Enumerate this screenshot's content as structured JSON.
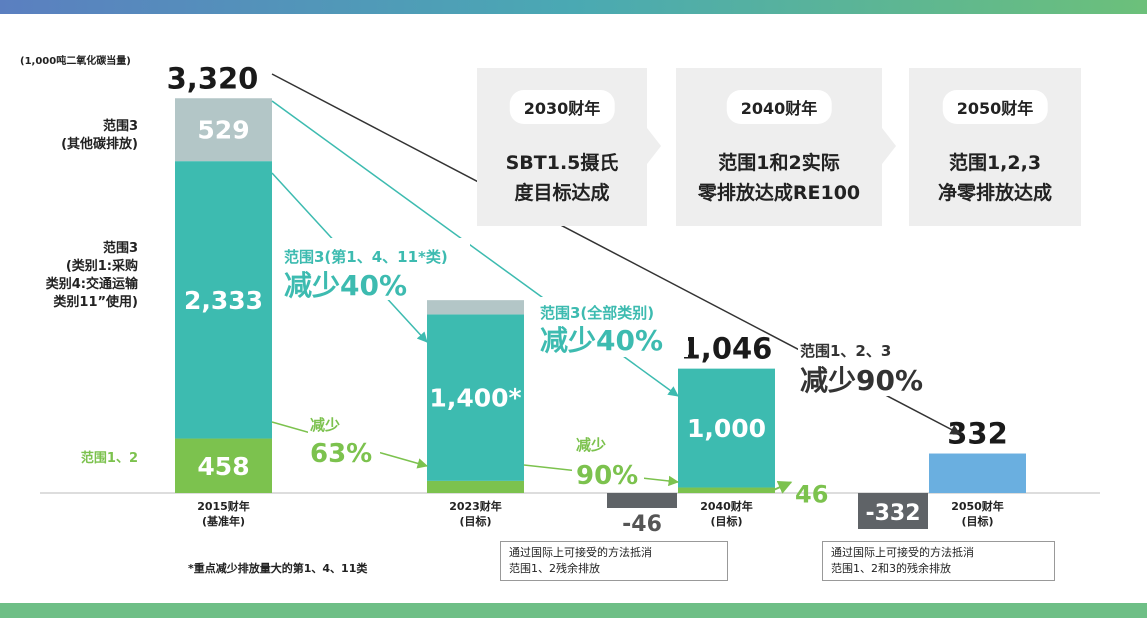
{
  "chart_data": {
    "type": "bar",
    "unit_label": "(1,000吨二氧化碳当量)",
    "categories": [
      {
        "line1": "2015财年",
        "line2": "(基准年)"
      },
      {
        "line1": "2023财年",
        "line2": "(目标)"
      },
      {
        "line1": "2040财年",
        "line2": "(目标)"
      },
      {
        "line1": "2050财年",
        "line2": "(目标)"
      }
    ],
    "series_labels": {
      "scope3_other": {
        "line1": "范围3",
        "line2": "(其他碳排放)"
      },
      "scope3_cat": {
        "line1": "范围3",
        "line2": "(类别1:采购",
        "line3": "类别4:交通运输",
        "line4": "类别11”使用)"
      },
      "scope12": "范围1、2"
    },
    "stacks": [
      {
        "scope12": 458,
        "scope3_cat": 2333,
        "scope3_other": 529,
        "total": 3320,
        "labels": {
          "scope12": "458",
          "scope3_cat": "2,333",
          "scope3_other": "529",
          "total": "3,320"
        }
      },
      {
        "scope12": 102,
        "scope3_cat": 1400,
        "scope3_other": 120,
        "labels": {
          "scope3_cat": "1,400*"
        }
      },
      {
        "scope12": 46,
        "scope3_cat": 1000,
        "total": 1046,
        "labels": {
          "scope3_cat": "1,000",
          "scope12": "46",
          "total": "1,046"
        }
      },
      {
        "scope3_all": 332,
        "total": 332,
        "labels": {
          "total": "332"
        }
      }
    ],
    "offsets": [
      {
        "category": "2040财年",
        "value": -46,
        "label": "-46",
        "note_line1": "通过国际上可接受的方法抵消",
        "note_line2": "范围1、2残余排放"
      },
      {
        "category": "2050财年",
        "value": -332,
        "label": "-332",
        "note_line1": "通过国际上可接受的方法抵消",
        "note_line2": "范围1、2和3的残余排放"
      }
    ],
    "annotations": {
      "scope3_cat": {
        "line1": "范围3(第1、4、11*类)",
        "line2": "减少40%"
      },
      "scope3_all": {
        "line1": "范围3(全部类别)",
        "line2": "减少40%"
      },
      "scope123": {
        "line1": "范围1、2、3",
        "line2": "减少90%"
      },
      "scope12_63": {
        "line1": "减少",
        "line2": "63%"
      },
      "scope12_90": {
        "line1": "减少",
        "line2": "90%"
      }
    },
    "footnote": "*重点减少排放量大的第1、4、11类",
    "colors": {
      "scope12": "#7cc24e",
      "scope3_cat": "#3dbbb0",
      "scope3_other": "#b3c6c7",
      "scope3_all_2050": "#6aafe0",
      "offset": "#5f6367",
      "teal_text": "#3dbbb0",
      "green_text": "#7cc24e"
    }
  },
  "milestones": [
    {
      "year": "2030财年",
      "goal_line1": "SBT1.5摄氏",
      "goal_line2": "度目标达成"
    },
    {
      "year": "2040财年",
      "goal_line1": "范围1和2实际",
      "goal_line2": "零排放达成RE100"
    },
    {
      "year": "2050财年",
      "goal_line1": "范围1,2,3",
      "goal_line2": "净零排放达成"
    }
  ]
}
